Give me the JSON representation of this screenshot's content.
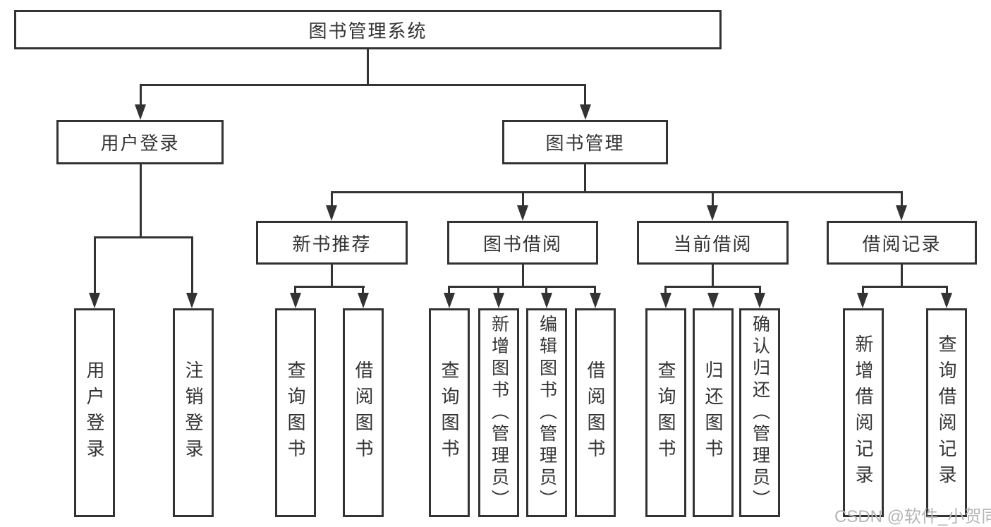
{
  "tree": {
    "label": "图书管理系统",
    "children": [
      {
        "label": "用户登录",
        "children": [
          {
            "label": "用户登录"
          },
          {
            "label": "注销登录"
          }
        ]
      },
      {
        "label": "图书管理",
        "children": [
          {
            "label": "新书推荐",
            "children": [
              {
                "label": "查询图书"
              },
              {
                "label": "借阅图书"
              }
            ]
          },
          {
            "label": "图书借阅",
            "children": [
              {
                "label": "查询图书"
              },
              {
                "label": "新增图书（管理员）"
              },
              {
                "label": "编辑图书（管理员）"
              },
              {
                "label": "借阅图书"
              }
            ]
          },
          {
            "label": "当前借阅",
            "children": [
              {
                "label": "查询图书"
              },
              {
                "label": "归还图书"
              },
              {
                "label": "确认归还（管理员）"
              }
            ]
          },
          {
            "label": "借阅记录",
            "children": [
              {
                "label": "新增借阅记录"
              },
              {
                "label": "查询借阅记录"
              }
            ]
          }
        ]
      }
    ]
  },
  "watermark": "CSDN @软件_小贺同学",
  "colors": {
    "line": "#333333",
    "box_border": "#333333",
    "text": "#333333",
    "background": "#ffffff",
    "watermark": "#b5b5b5"
  }
}
